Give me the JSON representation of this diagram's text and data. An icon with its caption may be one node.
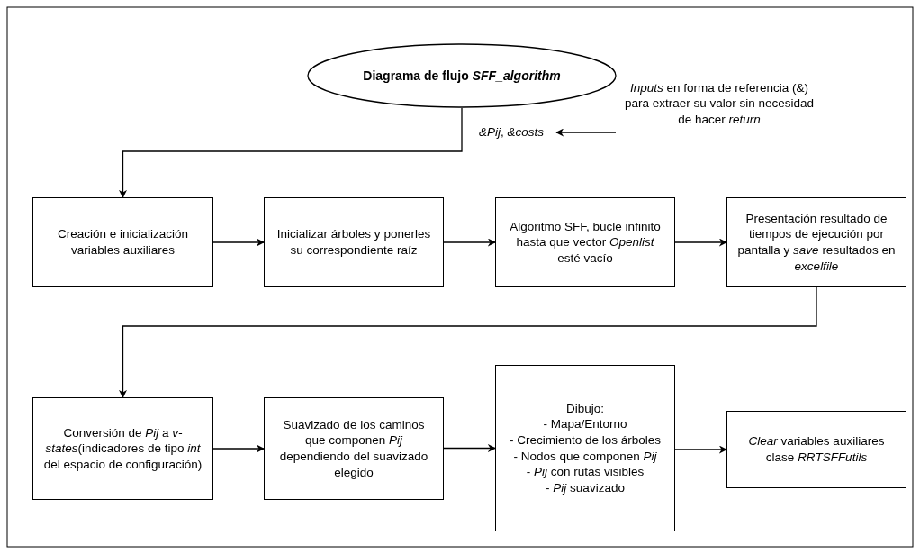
{
  "diagram": {
    "nodes": [
      {
        "text": [
          "Diagrama de flujo *SFF_algorithm*"
        ]
      },
      {
        "text": [
          "*Inputs* en forma de referencia (&) para extraer su valor sin necesidad de hacer *return*"
        ]
      },
      {
        "text": [
          "*&Pij*, *&costs*"
        ]
      },
      {
        "text": [
          "Creación e inicialización variables auxiliares"
        ]
      },
      {
        "text": [
          "Inicializar árboles y ponerles su correspondiente raíz"
        ]
      },
      {
        "text": [
          "Algoritmo SFF, bucle infinito hasta que vector *Openlist* esté vacío"
        ]
      },
      {
        "text": [
          "Presentación resultado de tiempos de ejecución por pantalla y *save* resultados en *excelfile*"
        ]
      },
      {
        "text": [
          "Conversión de *Pij* a *v-states*(indicadores de tipo *int* del espacio de configuración)"
        ]
      },
      {
        "text": [
          "Suavizado de los caminos que componen *Pij* dependiendo del suavizado elegido"
        ]
      },
      {
        "text": [
          "Dibujo:",
          "- Mapa/Entorno",
          "- Crecimiento de los árboles",
          "- Nodos que componen *Pij*",
          "- *Pij* con rutas visibles",
          "- *Pij* suavizado"
        ]
      },
      {
        "text": [
          "*Clear* variables auxiliares clase *RRTSFFutils*"
        ]
      }
    ],
    "edges": [
      {
        "from": 1,
        "to": 2,
        "arrow": "to"
      },
      {
        "from": 0,
        "to": 3,
        "arrow": "to"
      },
      {
        "from": 3,
        "to": 4,
        "arrow": "to"
      },
      {
        "from": 4,
        "to": 5,
        "arrow": "to"
      },
      {
        "from": 5,
        "to": 6,
        "arrow": "to"
      },
      {
        "from": 6,
        "to": 7,
        "arrow": "to"
      },
      {
        "from": 7,
        "to": 8,
        "arrow": "to"
      },
      {
        "from": 8,
        "to": 9,
        "arrow": "to"
      },
      {
        "from": 9,
        "to": 10,
        "arrow": "to"
      }
    ]
  }
}
